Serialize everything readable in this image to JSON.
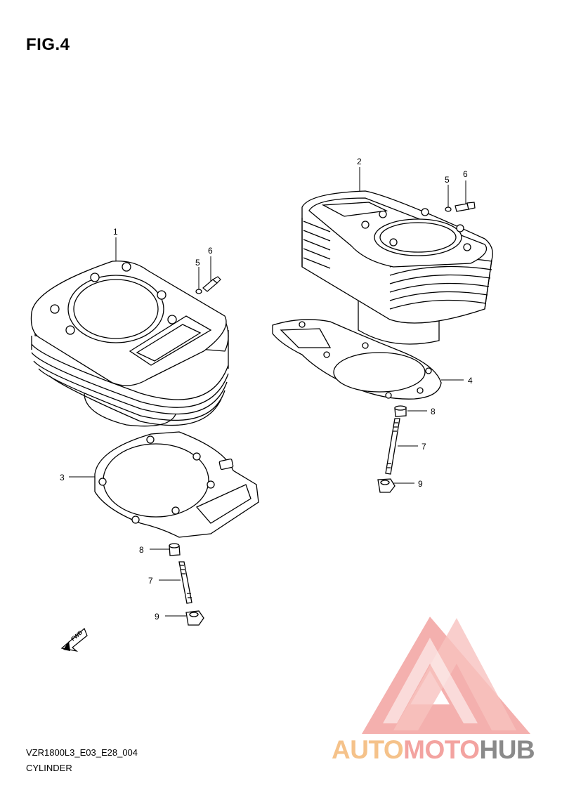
{
  "figure": {
    "title": "FIG.4",
    "model_code": "VZR1800L3_E03_E28_004",
    "name": "CYLINDER"
  },
  "callouts": [
    "1",
    "2",
    "3",
    "4",
    "5",
    "5",
    "6",
    "6",
    "7",
    "7",
    "8",
    "8",
    "9",
    "9"
  ],
  "fwd_label": "FWD",
  "watermark": {
    "part1": "AUTO",
    "part2": "MOTO",
    "part3": "HUB",
    "colors": {
      "auto": "#f5c28a",
      "moto": "#f3a3a0",
      "hub": "#8a8a8a",
      "triangle": "#f3a3a0"
    }
  }
}
